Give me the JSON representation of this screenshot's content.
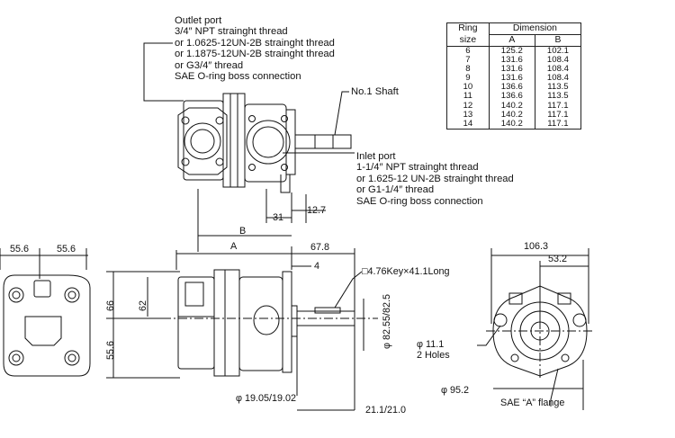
{
  "outlet_port": {
    "lines": [
      "Outlet port",
      "3/4″ NPT strainght thread",
      "or 1.0625-12UN-2B strainght thread",
      "or 1.1875-12UN-2B strainght thread",
      "or G3/4″ thread",
      "SAE O-ring boss connection"
    ]
  },
  "shaft_label": "No.1 Shaft",
  "inlet_port": {
    "lines": [
      "Inlet port",
      "1-1/4″ NPT strainght thread",
      "or 1.625-12 UN-2B strainght thread",
      "or G1-1/4″ thread",
      "SAE O-ring boss connection"
    ]
  },
  "ring_table": {
    "header_ring": "Ring",
    "header_size": "size",
    "header_dimension": "Dimension",
    "col_a": "A",
    "col_b": "B",
    "rows": [
      {
        "ring": "6",
        "a": "125.2",
        "b": "102.1"
      },
      {
        "ring": "7",
        "a": "131.6",
        "b": "108.4"
      },
      {
        "ring": "8",
        "a": "131.6",
        "b": "108.4"
      },
      {
        "ring": "9",
        "a": "131.6",
        "b": "108.4"
      },
      {
        "ring": "10",
        "a": "136.6",
        "b": "113.5"
      },
      {
        "ring": "11",
        "a": "136.6",
        "b": "113.5"
      },
      {
        "ring": "12",
        "a": "140.2",
        "b": "117.1"
      },
      {
        "ring": "13",
        "a": "140.2",
        "b": "117.1"
      },
      {
        "ring": "14",
        "a": "140.2",
        "b": "117.1"
      }
    ]
  },
  "dimensions": {
    "d31": "31",
    "d12_7": "12.7",
    "B": "B",
    "A": "A",
    "d67_8": "67.8",
    "d4": "4",
    "key": "□4.76Key×41.1Long",
    "d55_6_left": "55.6",
    "d55_6_right": "55.6",
    "d66": "66",
    "d62": "62",
    "d55_6_vert": "55.6",
    "pilot": "φ 82.55/82.5",
    "shaft_dia": "φ 19.05/19.02",
    "d21_1": "21.1/21.0",
    "d106_3": "106.3",
    "d53_2": "53.2",
    "holes_1": "φ 11.1",
    "holes_2": "2 Holes",
    "d95_2": "φ 95.2",
    "flange": "SAE “A” flange"
  }
}
